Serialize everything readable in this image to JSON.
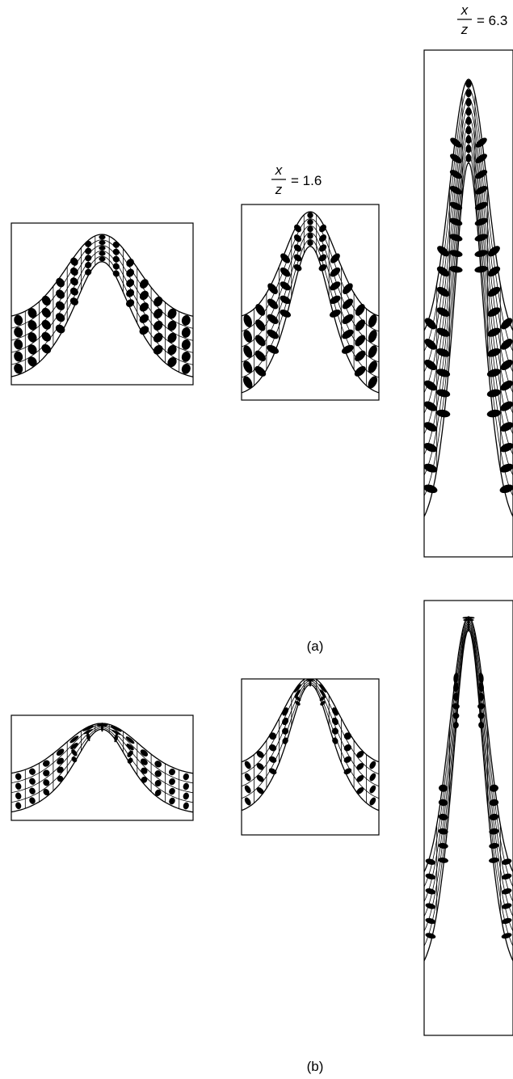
{
  "figure": {
    "rows": [
      {
        "id": "a",
        "caption": "(a)",
        "panels": [
          {
            "id": "a1",
            "ratio_label": null
          },
          {
            "id": "a2",
            "ratio_label": {
              "num": "x",
              "den": "z",
              "text": "= 1.6"
            }
          },
          {
            "id": "a3",
            "ratio_label": {
              "num": "x",
              "den": "z",
              "text": "= 6.3"
            }
          }
        ]
      },
      {
        "id": "b",
        "caption": "(b)",
        "panels": [
          {
            "id": "b1",
            "ratio_label": null
          },
          {
            "id": "b2",
            "ratio_label": null
          },
          {
            "id": "b3",
            "ratio_label": null
          }
        ]
      }
    ]
  }
}
